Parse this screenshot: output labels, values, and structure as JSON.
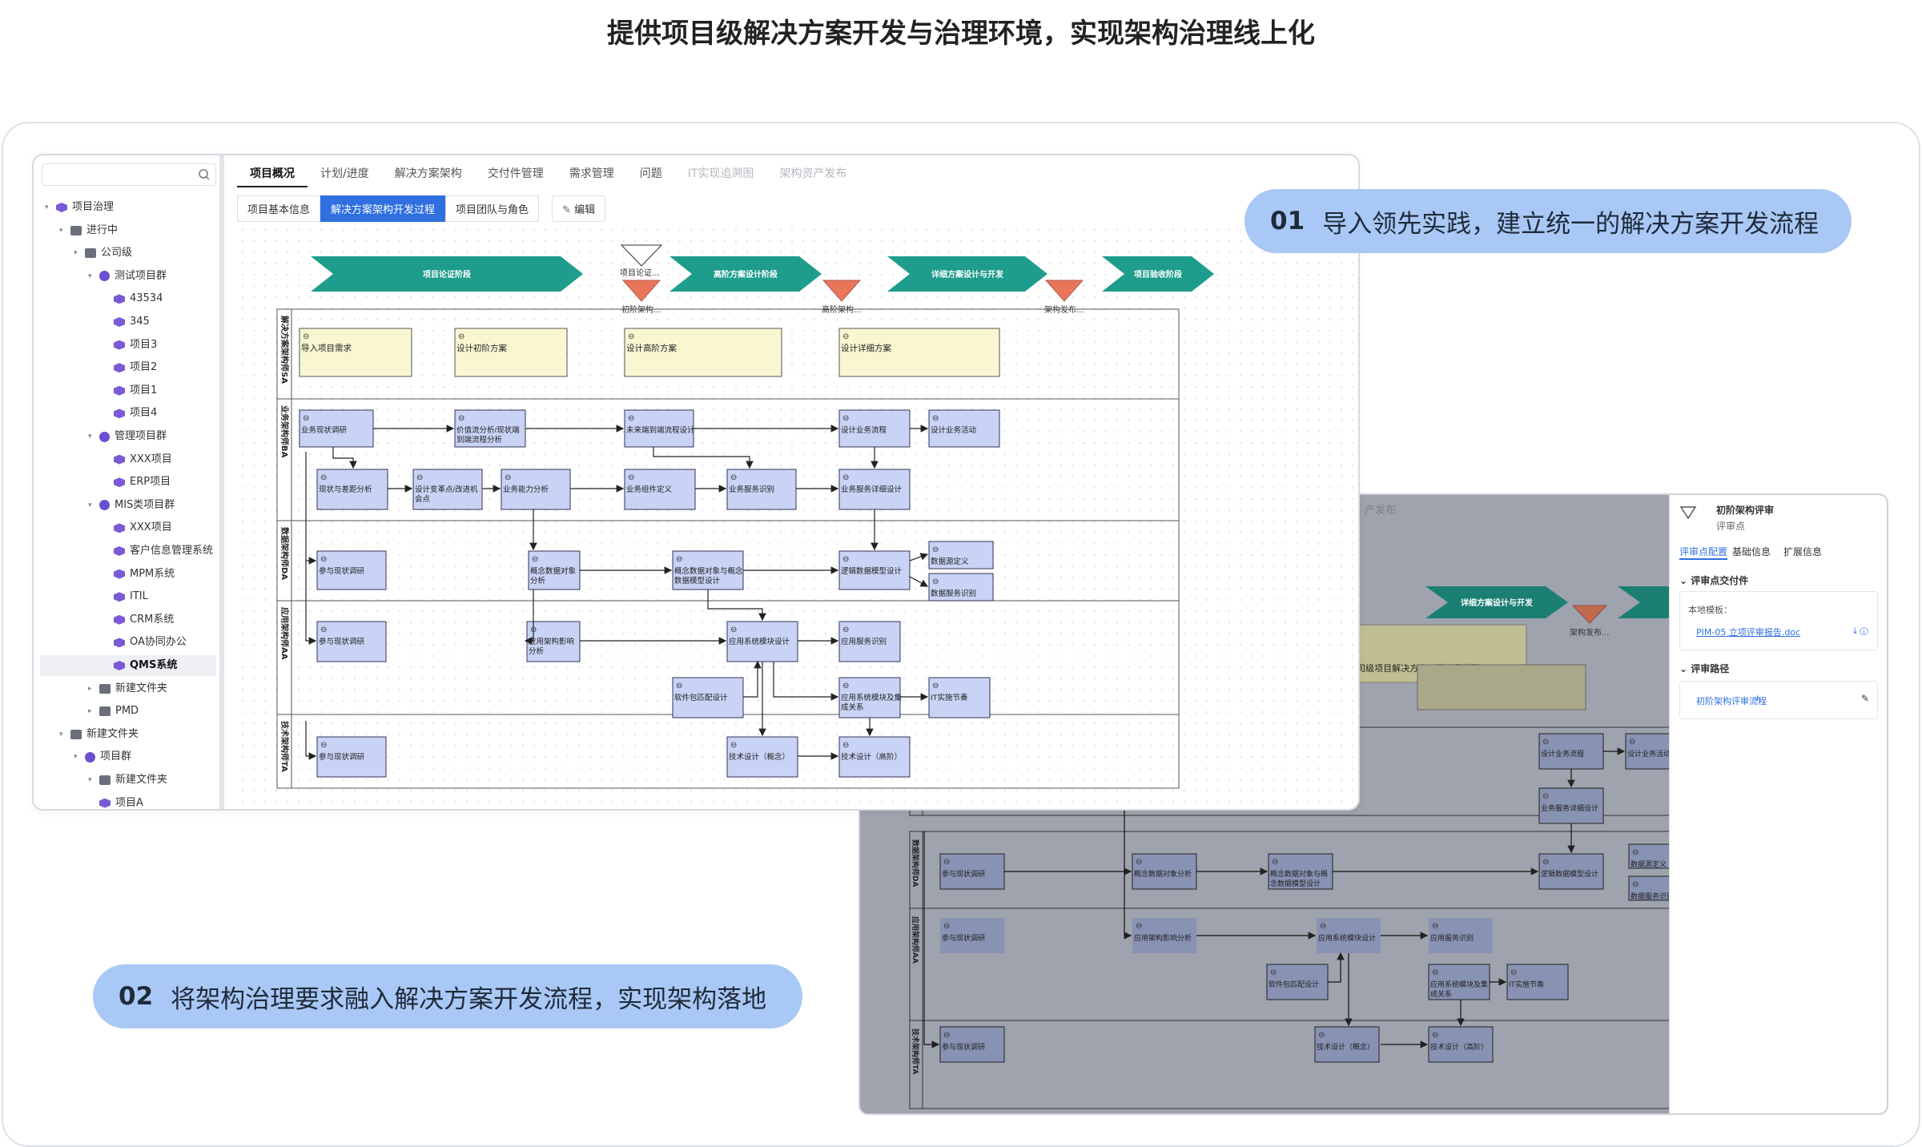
{
  "headline": "提供项目级解决方案开发与治理环境，实现架构治理线上化",
  "callout1": {
    "num": "01",
    "text": "导入领先实践，建立统一的解决方案开发流程"
  },
  "callout2": {
    "num": "02",
    "text": "将架构治理要求融入解决方案开发流程，实现架构落地"
  },
  "sidebar": {
    "items": [
      {
        "label": "项目治理",
        "level": 0,
        "icon": "cube-icon"
      },
      {
        "label": "进行中",
        "level": 1,
        "icon": "folder-icon"
      },
      {
        "label": "公司级",
        "level": 2,
        "icon": "folder-icon"
      },
      {
        "label": "测试项目群",
        "level": 3,
        "icon": "group-icon"
      },
      {
        "label": "43534",
        "level": 4,
        "icon": "cube-icon"
      },
      {
        "label": "345",
        "level": 4,
        "icon": "cube-icon"
      },
      {
        "label": "项目3",
        "level": 4,
        "icon": "cube-icon"
      },
      {
        "label": "项目2",
        "level": 4,
        "icon": "cube-icon"
      },
      {
        "label": "项目1",
        "level": 4,
        "icon": "cube-icon"
      },
      {
        "label": "项目4",
        "level": 4,
        "icon": "cube-icon"
      },
      {
        "label": "管理项目群",
        "level": 3,
        "icon": "group-icon"
      },
      {
        "label": "XXX项目",
        "level": 4,
        "icon": "cube-icon"
      },
      {
        "label": "ERP项目",
        "level": 4,
        "icon": "cube-icon"
      },
      {
        "label": "MIS类项目群",
        "level": 3,
        "icon": "group-icon"
      },
      {
        "label": "XXX项目",
        "level": 4,
        "icon": "cube-icon"
      },
      {
        "label": "客户信息管理系统",
        "level": 4,
        "icon": "cube-icon"
      },
      {
        "label": "MPM系统",
        "level": 4,
        "icon": "cube-icon"
      },
      {
        "label": "ITIL",
        "level": 4,
        "icon": "cube-icon"
      },
      {
        "label": "CRM系统",
        "level": 4,
        "icon": "cube-icon"
      },
      {
        "label": "OA协同办公",
        "level": 4,
        "icon": "cube-icon"
      },
      {
        "label": "QMS系统",
        "level": 4,
        "icon": "cube-icon",
        "selected": true
      },
      {
        "label": "新建文件夹",
        "level": 3,
        "icon": "folder-icon"
      },
      {
        "label": "PMD",
        "level": 3,
        "icon": "folder-icon"
      },
      {
        "label": "新建文件夹",
        "level": 1,
        "icon": "folder-icon"
      },
      {
        "label": "项目群",
        "level": 2,
        "icon": "group-icon"
      },
      {
        "label": "新建文件夹",
        "level": 3,
        "icon": "folder-icon"
      },
      {
        "label": "项目A",
        "level": 3,
        "icon": "cube-icon"
      }
    ]
  },
  "tabs": [
    "项目概况",
    "计划/进度",
    "解决方案架构",
    "交付件管理",
    "需求管理",
    "问题",
    "IT实现追溯图",
    "架构资产发布"
  ],
  "subtabs": [
    "项目基本信息",
    "解决方案架构开发过程",
    "项目团队与角色"
  ],
  "edit_label": "编辑",
  "phases": [
    "项目论证阶段",
    "高阶方案设计阶段",
    "详细方案设计与开发",
    "项目验收阶段"
  ],
  "gates": [
    "项目论证...",
    "初阶架构...",
    "高阶架构...",
    "架构发布..."
  ],
  "lanes": [
    "解决方案架构师SA",
    "业务架构师BA",
    "数据架构师DA",
    "应用架构师AA",
    "技术架构师TA"
  ],
  "nodes": {
    "sa": [
      "导入项目需求",
      "设计初阶方案",
      "设计高阶方案",
      "设计详细方案"
    ],
    "ba": [
      "业务现状调研",
      "价值流分析/现状端到端流程分析",
      "未来端到端流程设计",
      "设计业务流程",
      "设计业务活动",
      "现状与差距分析",
      "设计变革点/改进机会点",
      "业务能力分析",
      "业务组件定义",
      "业务服务识别",
      "业务服务详细设计"
    ],
    "da": [
      "参与现状调研",
      "概念数据对象分析",
      "概念数据对象与概念数据模型设计",
      "逻辑数据模型设计",
      "数据源定义",
      "数据服务识别"
    ],
    "aa": [
      "参与现状调研",
      "应用架构影响分析",
      "应用系统模块设计",
      "应用服务识别",
      "软件包匹配设计",
      "应用系统模块及集成关系",
      "IT实施节奏"
    ],
    "ta": [
      "参与现状调研",
      "技术设计（概念）",
      "技术设计（高阶）"
    ]
  },
  "win2": {
    "tab_fragment": "产发布",
    "tooltip": "XX公司级项目解决方案开发过程模型",
    "panel": {
      "title": "初阶架构评审",
      "subtitle": "评审点",
      "tabs": [
        "评审点配置",
        "基础信息",
        "扩展信息"
      ],
      "sec1": "评审点交付件",
      "tmpl_label": "本地模板：",
      "file": "PIM-05 立项评审报告.doc",
      "sec2": "评审路径",
      "flow": "初阶架构评审流程"
    },
    "phase": "详细方案设计与开发",
    "gate": "架构发布..."
  },
  "colors": {
    "phase": "#1e9c8c",
    "gate": "#e8775a",
    "sa_node": "#f8f7d2",
    "node": "#c8d3f5",
    "pill": "#a9c8f5"
  }
}
